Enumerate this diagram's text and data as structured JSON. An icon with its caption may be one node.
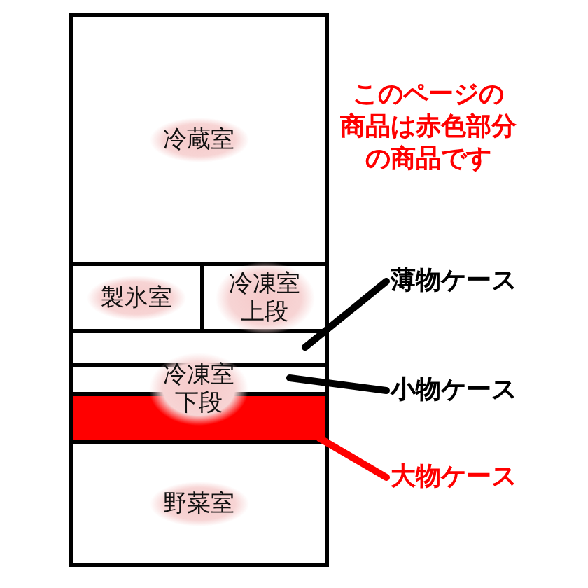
{
  "diagram": {
    "nodes": [
      {
        "text": [
          "冷蔵室"
        ]
      },
      {
        "text": [
          "製氷室"
        ]
      },
      {
        "text": [
          "冷凍室上段"
        ]
      },
      {
        "text": [],
        "shape": "box"
      },
      {
        "text": [],
        "shape": "box",
        "in": 3
      },
      {
        "text": [],
        "shape": "box",
        "in": 3
      },
      {
        "text": [],
        "shape": "box",
        "in": 3
      },
      {
        "text": [
          "冷凍室下段"
        ],
        "in": 3
      },
      {
        "text": [
          "野菜室"
        ]
      },
      {
        "text": [
          "薄物ケース"
        ]
      },
      {
        "text": [
          "小物ケース"
        ]
      },
      {
        "text": [
          "大物ケース"
        ]
      }
    ],
    "edges": [
      {
        "from": 9,
        "to": 4,
        "arrow": "none"
      },
      {
        "from": 10,
        "to": 5,
        "arrow": "none"
      },
      {
        "from": 11,
        "to": 6,
        "arrow": "none",
        "color": "#ff0000"
      }
    ],
    "labels": [
      "このページの商品は赤色部分の商品です"
    ]
  }
}
